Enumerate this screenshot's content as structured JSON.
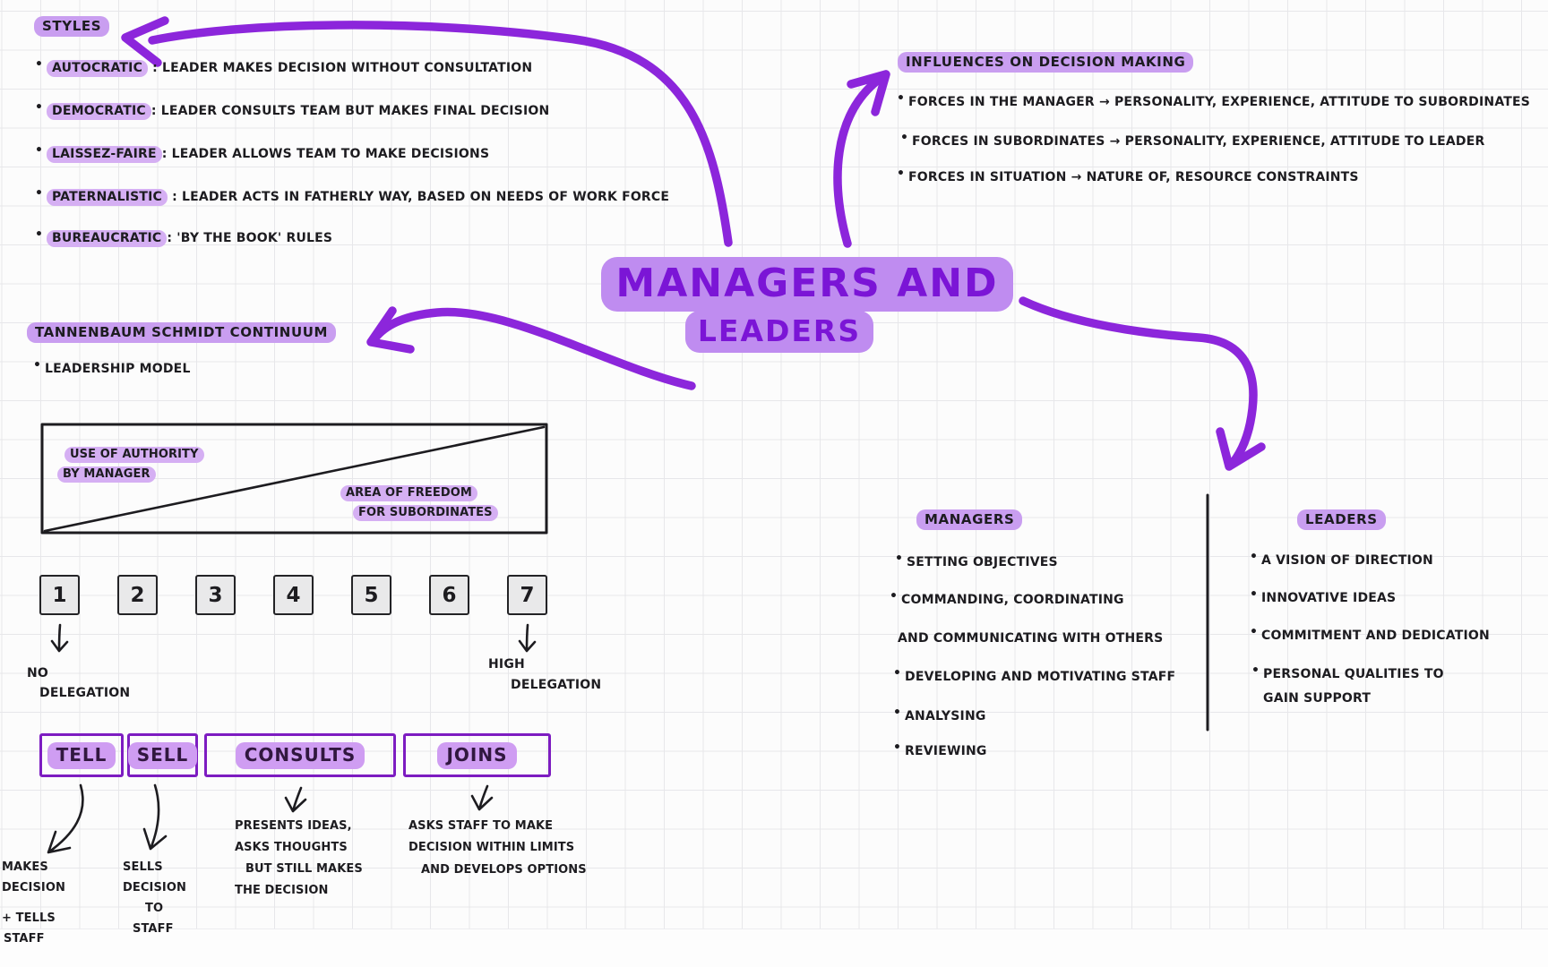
{
  "title": {
    "line1": "MANAGERS AND",
    "line2": "LEADERS"
  },
  "colors": {
    "arrow_purple": "#8c26db",
    "heading_highlight": "#c99ef0",
    "term_highlight": "#d5aff3",
    "title_text": "#7b15d6",
    "title_highlight": "#bf8cf0",
    "ink": "#1d1c20",
    "mode_box_border": "#7d1cc1",
    "number_box_fill": "#e9e9ea"
  },
  "styles": {
    "heading": "STYLES",
    "items": [
      {
        "term": "AUTOCRATIC",
        "rest": " :  LEADER MAKES DECISION WITHOUT CONSULTATION"
      },
      {
        "term": "DEMOCRATIC",
        "rest": ":  LEADER CONSULTS TEAM BUT MAKES FINAL DECISION"
      },
      {
        "term": "LAISSEZ-FAIRE",
        "rest": ":  LEADER ALLOWS TEAM TO MAKE DECISIONS"
      },
      {
        "term": "PATERNALISTIC",
        "rest": " :  LEADER ACTS IN FATHERLY WAY, BASED ON NEEDS OF WORK FORCE"
      },
      {
        "term": "BUREAUCRATIC",
        "rest": ":  'BY THE BOOK'  RULES"
      }
    ]
  },
  "influences": {
    "heading": "INFLUENCES ON DECISION MAKING",
    "items": [
      "FORCES IN THE MANAGER → PERSONALITY, EXPERIENCE, ATTITUDE TO SUBORDINATES",
      "FORCES IN SUBORDINATES → PERSONALITY, EXPERIENCE, ATTITUDE TO LEADER",
      "FORCES IN SITUATION → NATURE OF, RESOURCE CONSTRAINTS"
    ]
  },
  "tannenbaum": {
    "heading": "TANNENBAUM SCHMIDT CONTINUUM",
    "bullet": "LEADERSHIP MODEL",
    "authority_label_1": "USE OF AUTHORITY",
    "authority_label_2": "BY MANAGER",
    "freedom_label_1": "AREA OF FREEDOM",
    "freedom_label_2": "FOR SUBORDINATES",
    "scale": [
      "1",
      "2",
      "3",
      "4",
      "5",
      "6",
      "7"
    ],
    "no_delegation_1": "NO",
    "no_delegation_2": "DELEGATION",
    "high_delegation_1": "HIGH",
    "high_delegation_2": "DELEGATION",
    "modes": [
      {
        "label": "TELL",
        "desc": [
          "MAKES",
          "DECISION",
          "+ TELLS",
          "STAFF"
        ]
      },
      {
        "label": "SELL",
        "desc": [
          "SELLS",
          "DECISION",
          "TO",
          "STAFF"
        ]
      },
      {
        "label": "CONSULTS",
        "desc": [
          "PRESENTS IDEAS,",
          "ASKS THOUGHTS",
          "BUT STILL MAKES",
          "THE DECISION"
        ]
      },
      {
        "label": "JOINS",
        "desc": [
          "ASKS STAFF TO MAKE",
          "DECISION WITHIN LIMITS",
          "AND DEVELOPS OPTIONS"
        ]
      }
    ]
  },
  "comparison": {
    "managers": {
      "heading": "MANAGERS",
      "items": [
        "SETTING OBJECTIVES",
        "COMMANDING, COORDINATING",
        "AND COMMUNICATING WITH OTHERS",
        "DEVELOPING AND MOTIVATING STAFF",
        "ANALYSING",
        "REVIEWING"
      ]
    },
    "leaders": {
      "heading": "LEADERS",
      "items": [
        "A VISION OF DIRECTION",
        "INNOVATIVE IDEAS",
        "COMMITMENT AND DEDICATION",
        "PERSONAL QUALITIES TO",
        "GAIN SUPPORT"
      ]
    }
  }
}
